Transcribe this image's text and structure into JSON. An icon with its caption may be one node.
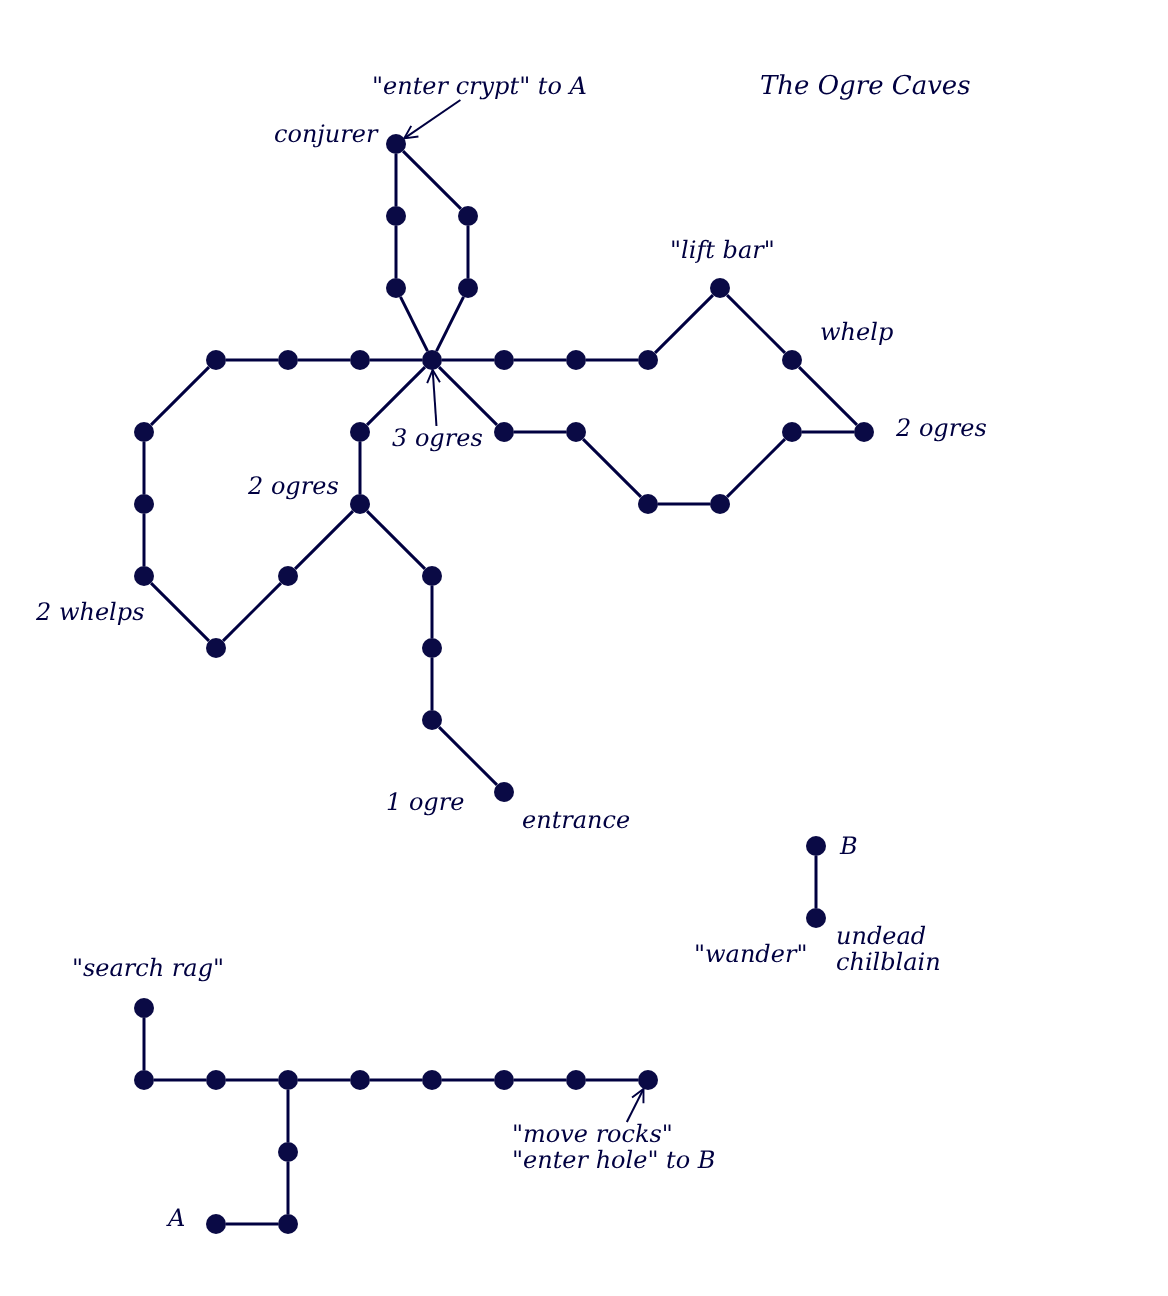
{
  "diagram": {
    "title": "The Ogre Caves",
    "nodes": [
      {
        "text": [
          "\"enter crypt\" to A"
        ]
      },
      {
        "text": [],
        "shape": "circle",
        "beside": [
          "conjurer"
        ]
      },
      {
        "text": [],
        "shape": "circle"
      },
      {
        "text": [],
        "shape": "circle"
      },
      {
        "text": [],
        "shape": "circle"
      },
      {
        "text": [],
        "shape": "circle"
      },
      {
        "text": [],
        "shape": "circle",
        "beside": [
          "\"lift bar\""
        ]
      },
      {
        "text": [],
        "shape": "circle"
      },
      {
        "text": [],
        "shape": "circle"
      },
      {
        "text": [],
        "shape": "circle"
      },
      {
        "text": [],
        "shape": "circle"
      },
      {
        "text": [],
        "shape": "circle"
      },
      {
        "text": [],
        "shape": "circle"
      },
      {
        "text": [],
        "shape": "circle"
      },
      {
        "text": [],
        "shape": "circle",
        "beside": [
          "whelp"
        ]
      },
      {
        "text": [],
        "shape": "circle"
      },
      {
        "text": [],
        "shape": "circle"
      },
      {
        "text": [],
        "shape": "circle"
      },
      {
        "text": [],
        "shape": "circle"
      },
      {
        "text": [],
        "shape": "circle"
      },
      {
        "text": [],
        "shape": "circle",
        "beside": [
          "2 ogres"
        ]
      },
      {
        "text": [
          "3 ogres"
        ]
      },
      {
        "text": [],
        "shape": "circle"
      },
      {
        "text": [],
        "shape": "circle",
        "beside": [
          "2 ogres"
        ]
      },
      {
        "text": [],
        "shape": "circle"
      },
      {
        "text": [],
        "shape": "circle"
      },
      {
        "text": [],
        "shape": "circle"
      },
      {
        "text": [],
        "shape": "circle"
      },
      {
        "text": [],
        "shape": "circle"
      },
      {
        "text": [],
        "shape": "circle"
      },
      {
        "text": [],
        "shape": "circle"
      },
      {
        "text": [],
        "shape": "circle"
      },
      {
        "text": [],
        "shape": "circle",
        "beside": [
          "1 ogre",
          "entrance"
        ]
      },
      {
        "text": [],
        "shape": "circle",
        "beside": [
          "B"
        ]
      },
      {
        "text": [],
        "shape": "circle",
        "beside": [
          "\"wander\"",
          "undead chilblain"
        ]
      },
      {
        "text": [],
        "shape": "circle",
        "beside": [
          "\"search rag\""
        ]
      },
      {
        "text": [],
        "shape": "circle"
      },
      {
        "text": [],
        "shape": "circle"
      },
      {
        "text": [],
        "shape": "circle"
      },
      {
        "text": [],
        "shape": "circle"
      },
      {
        "text": [],
        "shape": "circle"
      },
      {
        "text": [],
        "shape": "circle"
      },
      {
        "text": [],
        "shape": "circle"
      },
      {
        "text": [],
        "shape": "circle"
      },
      {
        "text": [
          "\"move rocks\"",
          "\"enter hole\" to B"
        ]
      },
      {
        "text": [],
        "shape": "circle"
      },
      {
        "text": [],
        "shape": "circle",
        "beside": [
          "A"
        ]
      },
      {
        "text": [],
        "shape": "circle"
      }
    ],
    "edges": [
      {
        "from": 0,
        "to": 1,
        "arrow": "to"
      },
      {
        "from": 1,
        "to": 2,
        "arrow": "none"
      },
      {
        "from": 2,
        "to": 4,
        "arrow": "none"
      },
      {
        "from": 4,
        "to": 10,
        "arrow": "none"
      },
      {
        "from": 1,
        "to": 3,
        "arrow": "none"
      },
      {
        "from": 3,
        "to": 5,
        "arrow": "none"
      },
      {
        "from": 5,
        "to": 10,
        "arrow": "none"
      },
      {
        "from": 7,
        "to": 8,
        "arrow": "none"
      },
      {
        "from": 8,
        "to": 9,
        "arrow": "none"
      },
      {
        "from": 9,
        "to": 10,
        "arrow": "none"
      },
      {
        "from": 10,
        "to": 11,
        "arrow": "none"
      },
      {
        "from": 11,
        "to": 12,
        "arrow": "none"
      },
      {
        "from": 12,
        "to": 13,
        "arrow": "none"
      },
      {
        "from": 13,
        "to": 6,
        "arrow": "none"
      },
      {
        "from": 6,
        "to": 14,
        "arrow": "none"
      },
      {
        "from": 14,
        "to": 20,
        "arrow": "none"
      },
      {
        "from": 20,
        "to": 19,
        "arrow": "none"
      },
      {
        "from": 19,
        "to": 25,
        "arrow": "none"
      },
      {
        "from": 25,
        "to": 24,
        "arrow": "none"
      },
      {
        "from": 24,
        "to": 18,
        "arrow": "none"
      },
      {
        "from": 18,
        "to": 17,
        "arrow": "none"
      },
      {
        "from": 17,
        "to": 10,
        "arrow": "none"
      },
      {
        "from": 7,
        "to": 15,
        "arrow": "none"
      },
      {
        "from": 15,
        "to": 22,
        "arrow": "none"
      },
      {
        "from": 22,
        "to": 26,
        "arrow": "none"
      },
      {
        "from": 26,
        "to": 29,
        "arrow": "none"
      },
      {
        "from": 29,
        "to": 27,
        "arrow": "none"
      },
      {
        "from": 27,
        "to": 23,
        "arrow": "none"
      },
      {
        "from": 10,
        "to": 16,
        "arrow": "none"
      },
      {
        "from": 16,
        "to": 23,
        "arrow": "none"
      },
      {
        "from": 23,
        "to": 28,
        "arrow": "none"
      },
      {
        "from": 28,
        "to": 30,
        "arrow": "none"
      },
      {
        "from": 30,
        "to": 31,
        "arrow": "none"
      },
      {
        "from": 31,
        "to": 32,
        "arrow": "none"
      },
      {
        "from": 21,
        "to": 10,
        "arrow": "to"
      },
      {
        "from": 33,
        "to": 34,
        "arrow": "none"
      },
      {
        "from": 35,
        "to": 36,
        "arrow": "none"
      },
      {
        "from": 36,
        "to": 37,
        "arrow": "none"
      },
      {
        "from": 37,
        "to": 38,
        "arrow": "none"
      },
      {
        "from": 38,
        "to": 39,
        "arrow": "none"
      },
      {
        "from": 39,
        "to": 40,
        "arrow": "none"
      },
      {
        "from": 40,
        "to": 41,
        "arrow": "none"
      },
      {
        "from": 41,
        "to": 42,
        "arrow": "none"
      },
      {
        "from": 42,
        "to": 43,
        "arrow": "none"
      },
      {
        "from": 44,
        "to": 43,
        "arrow": "to"
      },
      {
        "from": 38,
        "to": 45,
        "arrow": "none"
      },
      {
        "from": 45,
        "to": 47,
        "arrow": "none"
      },
      {
        "from": 47,
        "to": 46,
        "arrow": "none"
      }
    ],
    "labels": [
      "2 whelps"
    ]
  }
}
